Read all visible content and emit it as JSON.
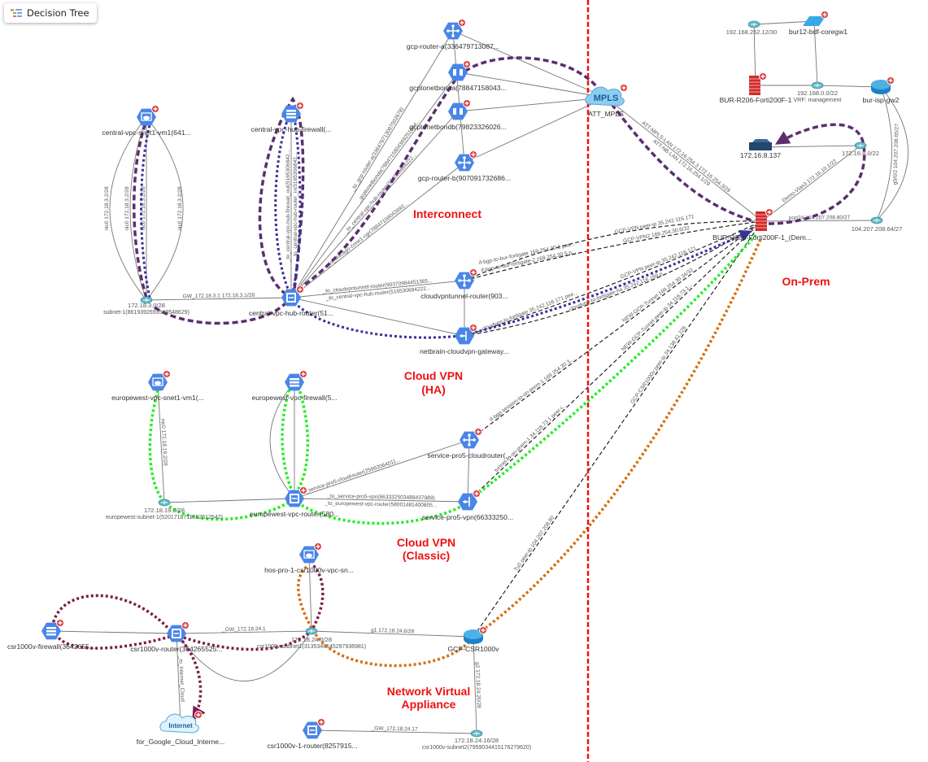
{
  "toolbar": {
    "decision_tree_label": "Decision Tree",
    "decision_tree_icon": "tree-icon"
  },
  "colors": {
    "hex_node": "#4a86e8",
    "badge": "#d93a3a",
    "boundary": "#ee1111",
    "trace_purple": "#5b2f6e",
    "trace_blue": "#33339a",
    "trace_green": "#22ee22",
    "trace_orange": "#d4700f",
    "trace_maroon": "#7b1e4b",
    "link": "#777777",
    "vpn_link": "#111111"
  },
  "regions": {
    "interconnect": "Interconnect",
    "on_prem": "On-Prem",
    "cloud_vpn_ha": [
      "Cloud VPN",
      "(HA)"
    ],
    "cloud_vpn_classic": [
      "Cloud VPN",
      "(Classic)"
    ],
    "nva": [
      "Network Virtual",
      "Appliance"
    ]
  },
  "nodes": {
    "gra": {
      "type": "gcp-router",
      "label": "gcp-router-a(336479713087..."
    },
    "bonda": {
      "type": "gcp-interconnect",
      "label": "gcptonetbonda(78847158043..."
    },
    "bondb": {
      "type": "gcp-interconnect",
      "label": "gcptonetbondb(79823326026..."
    },
    "grb": {
      "type": "gcp-router",
      "label": "gcp-router-b(907091732686..."
    },
    "mpls": {
      "type": "cloud-mpls",
      "label": "ATT_MPLS",
      "text": "MPLS"
    },
    "vm1": {
      "type": "gcp-vm",
      "label": "central-vpc-snet1-vm1(641..."
    },
    "fw1": {
      "type": "gcp-firewall",
      "label": "central-vpc-hub-firewall(..."
    },
    "sub1": {
      "type": "lan-segment",
      "label": "172.18.3.0/28",
      "sublabel": "subnet-1(8619392693548548629)"
    },
    "hub": {
      "type": "gcp-vpc-router",
      "label": "central-vpc-hub-router(51..."
    },
    "cvt": {
      "type": "gcp-router",
      "label": "cloudvpntunnel-router(903..."
    },
    "nbg": {
      "type": "gcp-vpn-gateway",
      "label": "netbrain-cloudvpn-gateway..."
    },
    "fdem": {
      "type": "fortigate",
      "label": "BUR-R206-Forti200F-1_(Dem..."
    },
    "s252": {
      "type": "lan-segment",
      "label": "192.168.252.12/30"
    },
    "core": {
      "type": "l3-switch",
      "label": "bur12-bdf-coregw1"
    },
    "ftop": {
      "type": "fortigate",
      "label": "BUR-R206-Forti200F-1"
    },
    "s192": {
      "type": "lan-segment",
      "label": "192.168.0.0/22",
      "sublabel": "VRF: management"
    },
    "isp": {
      "type": "cisco-router",
      "label": "bur-isp-gw2"
    },
    "srv": {
      "type": "server",
      "label": "172.16.8.137"
    },
    "s168": {
      "type": "lan-segment",
      "label": "172.16.8.0/22"
    },
    "s104": {
      "type": "lan-segment",
      "label": "104.207.208.64/27"
    },
    "evm": {
      "type": "gcp-vm",
      "label": "europewest-vpc-snet1-vm1(..."
    },
    "efw": {
      "type": "gcp-firewall",
      "label": "europewest-vpc-firewall(5..."
    },
    "esub": {
      "type": "lan-segment",
      "label": "172.18.19.0/28",
      "sublabel": "europewest-subnet-1(5201718711662512542)"
    },
    "erou": {
      "type": "gcp-vpc-router",
      "label": "europewest-vpc-router(580..."
    },
    "scr": {
      "type": "gcp-router",
      "label": "service-pro5-cloudrouter(..."
    },
    "svpn": {
      "type": "gcp-vpn-gateway",
      "label": "service-pro5-vpn(66333250..."
    },
    "hos": {
      "type": "gcp-vm",
      "label": "hos-pro-1-csr1000v-vpc-sn..."
    },
    "cfw": {
      "type": "gcp-firewall",
      "label": "csr1000v-firewall(3642655..."
    },
    "crou": {
      "type": "gcp-vpc-router",
      "label": "csr1000v-router(364265525..."
    },
    "csub1": {
      "type": "lan-segment",
      "label": "172.18.24.0/28",
      "sublabel": "csr1000v-subnet1(3135348145297936981)"
    },
    "gcsr": {
      "type": "cisco-router",
      "label": "GCP-CSR1000v"
    },
    "inet": {
      "type": "cloud-internet",
      "label": "for_Google_Cloud_Interne...",
      "text": "Internet"
    },
    "c1r": {
      "type": "gcp-vpc-router",
      "label": "csr1000v-1-router(8257915..."
    },
    "csub2": {
      "type": "lan-segment",
      "label": "172.18.24.16/28",
      "sublabel": "csr1000v-subnet2(7959034415176279620)"
    }
  },
  "edges": [
    {
      "id": "e1",
      "from": "sub1",
      "to": "vm1",
      "style": "solid",
      "labels": [
        "nic0 172.18.3.2/28"
      ]
    },
    {
      "id": "e2",
      "from": "sub1",
      "to": "vm1",
      "style": "solid",
      "labels": [
        "nic0 172.18.3.2/28"
      ]
    },
    {
      "id": "e3",
      "from": "sub1",
      "to": "vm1",
      "style": "solid",
      "labels": [
        "nic0 172.18.3.2/28"
      ]
    },
    {
      "id": "e4",
      "from": "sub1",
      "to": "vm1",
      "style": "solid",
      "labels": [
        "nic0 172.18.3.2/28"
      ]
    },
    {
      "id": "e5",
      "from": "sub1",
      "to": "hub",
      "style": "solid",
      "labels": [
        "GW_172.18.3.1 172.18.3.1/28"
      ]
    },
    {
      "id": "e6",
      "from": "hub",
      "to": "fw1",
      "style": "solid",
      "labels": [
        "_to_central-vpc-hub-firewall_out(5165306842...",
        "_to_central-vpc-hub-router_in(5165306842..."
      ]
    },
    {
      "id": "e7",
      "from": "hub",
      "to": "gra",
      "style": "solid",
      "labels": [
        "_to_gcp-router-a(336479713087002678)"
      ]
    },
    {
      "id": "e8",
      "from": "hub",
      "to": "bonda",
      "style": "solid",
      "labels": [
        "_gcptonetbonda(7884715804369251044..."
      ]
    },
    {
      "id": "e9",
      "from": "hub",
      "to": "bondb",
      "style": "solid",
      "labels": [
        "_to_central-vpc-hub-router(516530684222..."
      ]
    },
    {
      "id": "e10",
      "from": "hub",
      "to": "grb",
      "style": "solid",
      "labels": [
        "_to_chicago-zone1-cgr(78847158043692..."
      ]
    },
    {
      "id": "e11",
      "from": "hub",
      "to": "cvt",
      "style": "solid",
      "labels": [
        "_to_cloudvpntunnel-router(903709844513​65...",
        "_to_central-vpc-hub-router(516530684222..."
      ]
    },
    {
      "id": "e12",
      "from": "hub",
      "to": "nbg",
      "style": "solid",
      "labels": []
    },
    {
      "id": "e13",
      "from": "cvt",
      "to": "nbg",
      "style": "solid",
      "labels": []
    },
    {
      "id": "e14",
      "from": "gra",
      "to": "grb",
      "style": "solid",
      "labels": []
    },
    {
      "id": "e15",
      "from": "gra",
      "to": "mpls",
      "style": "solid",
      "labels": []
    },
    {
      "id": "e16",
      "from": "bonda",
      "to": "mpls",
      "style": "solid",
      "labels": []
    },
    {
      "id": "e17",
      "from": "bondb",
      "to": "mpls",
      "style": "solid",
      "labels": []
    },
    {
      "id": "e18",
      "from": "grb",
      "to": "mpls",
      "style": "solid",
      "labels": []
    },
    {
      "id": "e19",
      "from": "mpls",
      "to": "fdem",
      "style": "solid",
      "labels": [
        "ATT-MPLS-LAN 172.16.254.3 172.16.254.3/29",
        "ATT-NB-LAN 172.16.254.1/29"
      ]
    },
    {
      "id": "e20",
      "from": "fdem",
      "to": "s168",
      "style": "solid",
      "labels": [
        "Demo-Vlan3 172.16.10.1/22"
      ]
    },
    {
      "id": "e21",
      "from": "fdem",
      "to": "s104",
      "style": "solid",
      "labels": [
        "port24 104.207.208.80/27"
      ]
    },
    {
      "id": "e22",
      "from": "s168",
      "to": "srv",
      "style": "solid",
      "labels": []
    },
    {
      "id": "e23",
      "from": "s104",
      "to": "isp",
      "style": "solid",
      "labels": [
        "g0/0/2 104.207.208.65/27"
      ]
    },
    {
      "id": "e24",
      "from": "s104",
      "to": "isp",
      "style": "solid",
      "labels": []
    },
    {
      "id": "e25",
      "from": "isp",
      "to": "s192",
      "style": "solid",
      "labels": []
    },
    {
      "id": "e26",
      "from": "ftop",
      "to": "s192",
      "style": "solid",
      "labels": []
    },
    {
      "id": "e27",
      "from": "core",
      "to": "s192",
      "style": "solid",
      "labels": []
    },
    {
      "id": "e28",
      "from": "s252",
      "to": "core",
      "style": "solid",
      "labels": []
    },
    {
      "id": "e29",
      "from": "s252",
      "to": "ftop",
      "style": "solid",
      "labels": []
    },
    {
      "id": "e30",
      "from": "cvt",
      "to": "fdem",
      "style": "vpn",
      "labels": [
        "if-bgp-to-bur-fortigate 169.254.30.1 pee...",
        "GCP-VPN peer-ip 35.242.116.171"
      ]
    },
    {
      "id": "e31",
      "from": "cvt",
      "to": "fdem",
      "style": "vpn",
      "labels": [
        "if-bgp-to-bur-fortigate-2 169.254.30.5 p...",
        "GCP-VPN2 169.254.30.6/32"
      ]
    },
    {
      "id": "e32",
      "from": "nbg",
      "to": "fdem",
      "style": "vpn",
      "labels": [
        "cloudvpn-to-fortigate 35.242.116.171 pee...",
        "GCP-VPN peer-ip 35.242.116.171"
      ]
    },
    {
      "id": "e33",
      "from": "nbg",
      "to": "fdem",
      "style": "vpn",
      "labels": [
        "cloudvpn-to-fortigate-ha 35.242.116.169 p..."
      ]
    },
    {
      "id": "e34",
      "from": "scr",
      "to": "fdem",
      "style": "vpn",
      "labels": [
        "if-bgp-session-to-on-prem-1 169.254.30.3...",
        "NEW-GCP-Tunnel 169.254.30.34/32"
      ]
    },
    {
      "id": "e35",
      "from": "svpn",
      "to": "fdem",
      "style": "vpn",
      "labels": [
        "tunnel-to-on-prem-1 34.118.73.1 peer-i...",
        "NEW-GCP-Tunnel peer-ip 34.118.73.1..."
      ]
    },
    {
      "id": "e36",
      "from": "gcsr",
      "to": "fdem",
      "style": "vpn",
      "labels": [
        "Tu0 peer-ip 104.207.208.80",
        "GCP-CSR1000v peer-ip 34.138.41.226"
      ]
    },
    {
      "id": "e37",
      "from": "esub",
      "to": "evm",
      "style": "solid",
      "labels": [
        "nic0 172.18.19.2/28"
      ]
    },
    {
      "id": "e38",
      "from": "esub",
      "to": "erou",
      "style": "solid",
      "labels": []
    },
    {
      "id": "e39",
      "from": "erou",
      "to": "efw",
      "style": "solid",
      "labels": []
    },
    {
      "id": "e40",
      "from": "erou",
      "to": "efw",
      "style": "solid",
      "labels": []
    },
    {
      "id": "e41",
      "from": "erou",
      "to": "scr",
      "style": "solid",
      "labels": [
        "_to_service-pro5-cloudrouter(25962064011..."
      ]
    },
    {
      "id": "e42",
      "from": "erou",
      "to": "svpn",
      "style": "solid",
      "labels": [
        "_to_service-pro5-vpn(663332503488437989)",
        "_to_europewest-vpc-router(58001481400805..."
      ]
    },
    {
      "id": "e43",
      "from": "scr",
      "to": "svpn",
      "style": "solid",
      "labels": []
    },
    {
      "id": "e44",
      "from": "cfw",
      "to": "crou",
      "style": "solid",
      "labels": []
    },
    {
      "id": "e45",
      "from": "crou",
      "to": "csub1",
      "style": "solid",
      "labels": [
        "_GW_172.18.24.1"
      ]
    },
    {
      "id": "e46",
      "from": "crou",
      "to": "csub1",
      "style": "solid",
      "labels": []
    },
    {
      "id": "e47",
      "from": "csub1",
      "to": "hos",
      "style": "solid",
      "labels": []
    },
    {
      "id": "e48",
      "from": "csub1",
      "to": "gcsr",
      "style": "solid",
      "labels": [
        "g1 172.18.24.6/28"
      ]
    },
    {
      "id": "e49",
      "from": "crou",
      "to": "inet",
      "style": "solid",
      "labels": [
        "_to_Internet_Cloud"
      ]
    },
    {
      "id": "e50",
      "from": "gcsr",
      "to": "csub2",
      "style": "solid",
      "labels": [
        "g2 172.18.24.20/28"
      ]
    },
    {
      "id": "e51",
      "from": "c1r",
      "to": "csub2",
      "style": "solid",
      "labels": [
        "_GW_172.18.24.17"
      ]
    }
  ]
}
